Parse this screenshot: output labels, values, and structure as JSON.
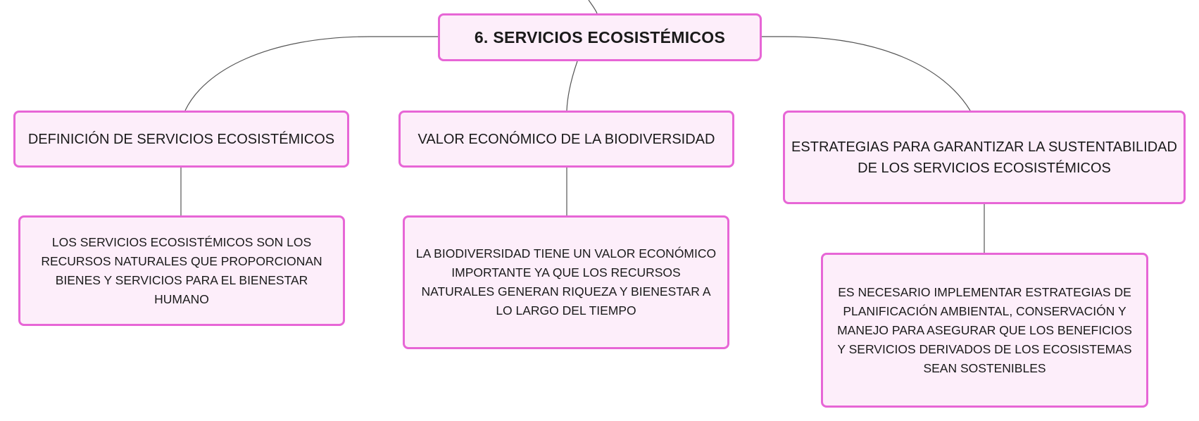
{
  "diagram": {
    "root": {
      "label": "6. SERVICIOS ECOSISTÉMICOS"
    },
    "branches": [
      {
        "title": "DEFINICIÓN DE SERVICIOS ECOSISTÉMICOS",
        "detail": "LOS SERVICIOS ECOSISTÉMICOS SON LOS RECURSOS NATURALES QUE PROPORCIONAN BIENES Y SERVICIOS PARA EL BIENESTAR HUMANO"
      },
      {
        "title": "VALOR ECONÓMICO DE LA BIODIVERSIDAD",
        "detail": "LA BIODIVERSIDAD TIENE UN VALOR ECONÓMICO IMPORTANTE YA QUE LOS RECURSOS NATURALES GENERAN RIQUEZA Y BIENESTAR A LO LARGO DEL TIEMPO"
      },
      {
        "title": "ESTRATEGIAS PARA GARANTIZAR LA SUSTENTABILIDAD DE LOS SERVICIOS ECOSISTÉMICOS",
        "detail": "ES NECESARIO IMPLEMENTAR ESTRATEGIAS DE PLANIFICACIÓN AMBIENTAL, CONSERVACIÓN Y MANEJO PARA ASEGURAR QUE LOS BENEFICIOS Y SERVICIOS DERIVADOS DE LOS ECOSISTEMAS SEAN SOSTENIBLES"
      }
    ],
    "colors": {
      "node_fill": "#fdeefa",
      "node_border": "#e766d6",
      "connector": "#555555",
      "text": "#1a1a1a"
    }
  }
}
